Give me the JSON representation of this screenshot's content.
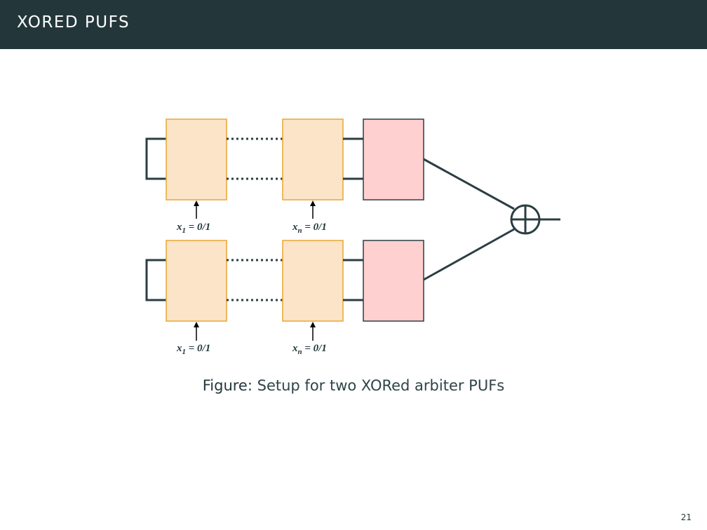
{
  "slide": {
    "title": "XORED PUFS",
    "page_number": "21"
  },
  "figure": {
    "caption_lead": "Figure:",
    "caption_text": "Setup for two XORed arbiter PUFs",
    "labels": {
      "row1_first_var": "x",
      "row1_first_sub": "1",
      "row1_first_val": " = 0/1",
      "row1_last_var": "x",
      "row1_last_sub": "n",
      "row1_last_val": " = 0/1",
      "row2_first_var": "x",
      "row2_first_sub": "1",
      "row2_first_val": " = 0/1",
      "row2_last_var": "x",
      "row2_last_sub": "n",
      "row2_last_val": " = 0/1"
    },
    "colors": {
      "switch_fill": "#fce4c8",
      "switch_stroke": "#e8a634",
      "arbiter_fill": "#ffd0d0",
      "line": "#2c3e42",
      "header_bg": "#23373b"
    }
  }
}
